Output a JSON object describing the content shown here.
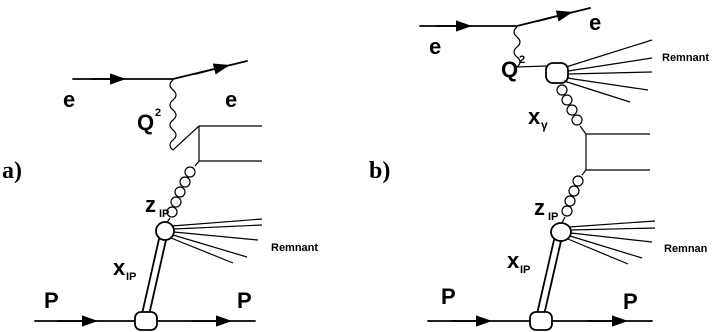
{
  "panel_a": {
    "panel_label": "a)",
    "electron_in": "e",
    "electron_out": "e",
    "photon_virtuality": "Q",
    "photon_virtuality_exp": "2",
    "z_label": "z",
    "z_sub": "IP",
    "x_label": "x",
    "x_sub": "IP",
    "remnant": "Remnant",
    "proton_in": "P",
    "proton_out": "P"
  },
  "panel_b": {
    "panel_label": "b)",
    "electron_in": "e",
    "electron_out": "e",
    "photon_virtuality": "Q",
    "photon_virtuality_exp": "2",
    "x_gamma_label": "x",
    "x_gamma_sub": "γ",
    "remnant_photon": "Remnant",
    "z_label": "z",
    "z_sub": "IP",
    "x_label": "x",
    "x_sub": "IP",
    "remnant_proton": "Remnan",
    "proton_in": "P",
    "proton_out": "P"
  }
}
